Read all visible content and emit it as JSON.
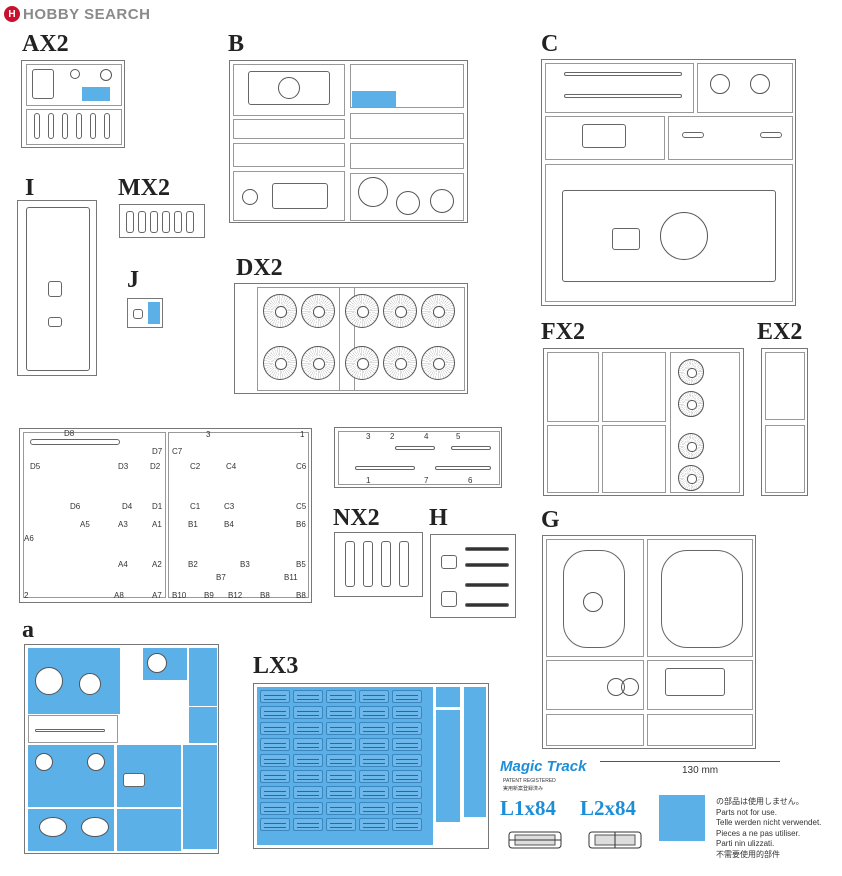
{
  "header": {
    "logo_text": "HOBBY SEARCH",
    "logo_mark": "H"
  },
  "labels": {
    "AX2": "AX2",
    "B": "B",
    "C": "C",
    "I": "I",
    "MX2": "MX2",
    "J": "J",
    "DX2": "DX2",
    "FX2": "FX2",
    "EX2": "EX2",
    "NX2": "NX2",
    "H": "H",
    "G": "G",
    "a": "a",
    "LX3": "LX3"
  },
  "part_codes": {
    "d_row1": [
      "D8",
      "D7",
      "C7",
      "3",
      "1"
    ],
    "d_row2": [
      "D5",
      "D3",
      "D2",
      "C2",
      "C4",
      "C6"
    ],
    "d_row3": [
      "D6",
      "D4",
      "D1",
      "C1",
      "C3",
      "C5"
    ],
    "a_row": [
      "A6",
      "A5",
      "A3",
      "A1",
      "B1",
      "B4",
      "B6"
    ],
    "a_row2": [
      "A4",
      "A2",
      "B2",
      "B3",
      "B5"
    ],
    "b_row": [
      "B7",
      "B11"
    ],
    "bottom": [
      "2",
      "A8",
      "A7",
      "B10",
      "B9",
      "B12",
      "B8",
      "B8"
    ],
    "gun_parts": [
      "3",
      "2",
      "4",
      "5",
      "1",
      "7",
      "6"
    ]
  },
  "scale": {
    "text": "130 mm"
  },
  "track": {
    "logo": "Magic Track",
    "patent": "PATENT REGISTERED",
    "patent_jp": "実用新案登録済み",
    "l1": "L1x84",
    "l2": "L2x84"
  },
  "legend": {
    "lines": [
      "の部品は使用しません。",
      "Parts not for use.",
      "Telle werden nicht verwendet.",
      "Pieces a ne pas utiliser.",
      "Parti nin ulizzati.",
      "不需要使用的部件"
    ],
    "color": "#5bb0e8"
  }
}
